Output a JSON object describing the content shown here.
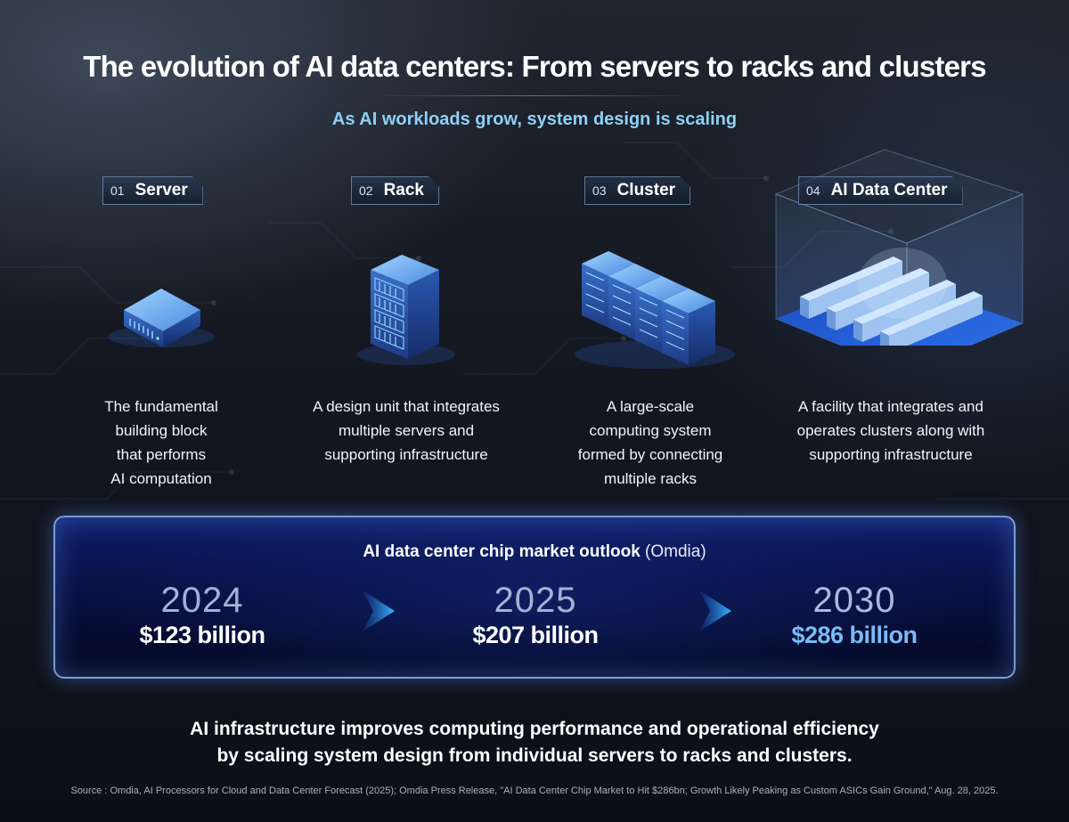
{
  "title": "The evolution of AI data centers: From servers to racks and clusters",
  "subtitle": "As AI workloads grow, system design is scaling",
  "stages": [
    {
      "number": "01",
      "name": "Server",
      "icon": "server-icon",
      "description": [
        "The fundamental",
        "building block",
        "that performs",
        "AI computation"
      ]
    },
    {
      "number": "02",
      "name": "Rack",
      "icon": "rack-icon",
      "description": [
        "A design unit that integrates",
        "multiple servers and",
        "supporting infrastructure"
      ]
    },
    {
      "number": "03",
      "name": "Cluster",
      "icon": "cluster-icon",
      "description": [
        "A large-scale",
        "computing system",
        "formed by connecting",
        "multiple racks"
      ]
    },
    {
      "number": "04",
      "name": "AI Data Center",
      "icon": "data-center-icon",
      "description": [
        "A facility that integrates and",
        "operates clusters along with",
        "supporting infrastructure"
      ]
    }
  ],
  "market": {
    "title_bold": "AI data center chip market outlook",
    "title_source": " (Omdia)",
    "years": [
      {
        "year": "2024",
        "amount": "$123 billion"
      },
      {
        "year": "2025",
        "amount": "$207 billion"
      },
      {
        "year": "2030",
        "amount": "$286 billion"
      }
    ]
  },
  "conclusion": [
    "AI infrastructure improves computing performance and operational efficiency",
    "by scaling system design from individual servers to racks and clusters."
  ],
  "source": "Source : Omdia, AI Processors for Cloud and Data Center Forecast (2025); Omdia Press Release, \"AI Data Center Chip Market to Hit $286bn; Growth Likely Peaking as Custom ASICs Gain Ground,\" Aug. 28, 2025.",
  "colors": {
    "accent": "#8fd0f5",
    "highlight_amount": "#7bbaf5",
    "panel_border": "#a0c8ff",
    "background": "#141821"
  }
}
